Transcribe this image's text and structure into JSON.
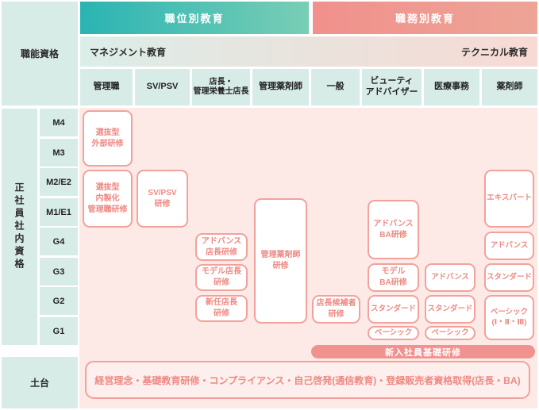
{
  "header": {
    "qualification": "職能資格",
    "position_band": "職位別教育",
    "job_band": "職務別教育",
    "management": "マネジメント教育",
    "technical": "テクニカル教育",
    "columns": [
      "管理職",
      "SV/PSV",
      "店長・\n管理栄養士店長",
      "管理薬剤師",
      "一般",
      "ビューティ\nアドバイザー",
      "医療事務",
      "薬剤師"
    ]
  },
  "left_axis": {
    "group_label": "正社員社内資格",
    "grades": [
      "M4",
      "M3",
      "M2/E2",
      "M1/E1",
      "G4",
      "G3",
      "G2",
      "G1"
    ],
    "foundation": "土台"
  },
  "programs": {
    "selective_external": "選抜型\n外部研修",
    "selective_internal_mgmt": "選抜型\n内製化\n管理職研修",
    "sv_psv_training": "SV/PSV\n研修",
    "advance_store_manager": "アドバンス\n店長研修",
    "model_store_manager": "モデル店長\n研修",
    "new_store_manager": "新任店長\n研修",
    "managing_pharmacist": "管理薬剤師\n研修",
    "store_manager_candidate": "店長候補者\n研修",
    "advance_ba": "アドバンス\nBA研修",
    "model_ba": "モデル\nBA研修",
    "standard_ba": "スタンダード",
    "basic_ba": "ベーシック",
    "advance_medical": "アドバンス",
    "standard_medical": "スタンダード",
    "basic_medical": "ベーシック",
    "expert_pharmacist": "エキスパート",
    "advance_pharmacist": "アドバンス",
    "standard_pharmacist": "スタンダード",
    "basic_pharmacist": "ベーシック\n(Ⅰ・Ⅱ・Ⅲ)"
  },
  "new_employee_bar": "新入社員基礎研修",
  "foundation_program": "経営理念・基礎教育研修・コンプライアンス・自己啓発(通信教育)・登録販売者資格取得(店長・BA)",
  "colors": {
    "teal_band_start": "#2ab4b3",
    "teal_band_end": "#79ceb5",
    "salmon_band_start": "#f1908c",
    "salmon_band_end": "#eda596",
    "mint_cell": "#d8ece7",
    "content_background": "#fdeae7",
    "box_border": "#f2a29c",
    "box_text": "#ee8983",
    "bar_background": "#f0928f"
  }
}
